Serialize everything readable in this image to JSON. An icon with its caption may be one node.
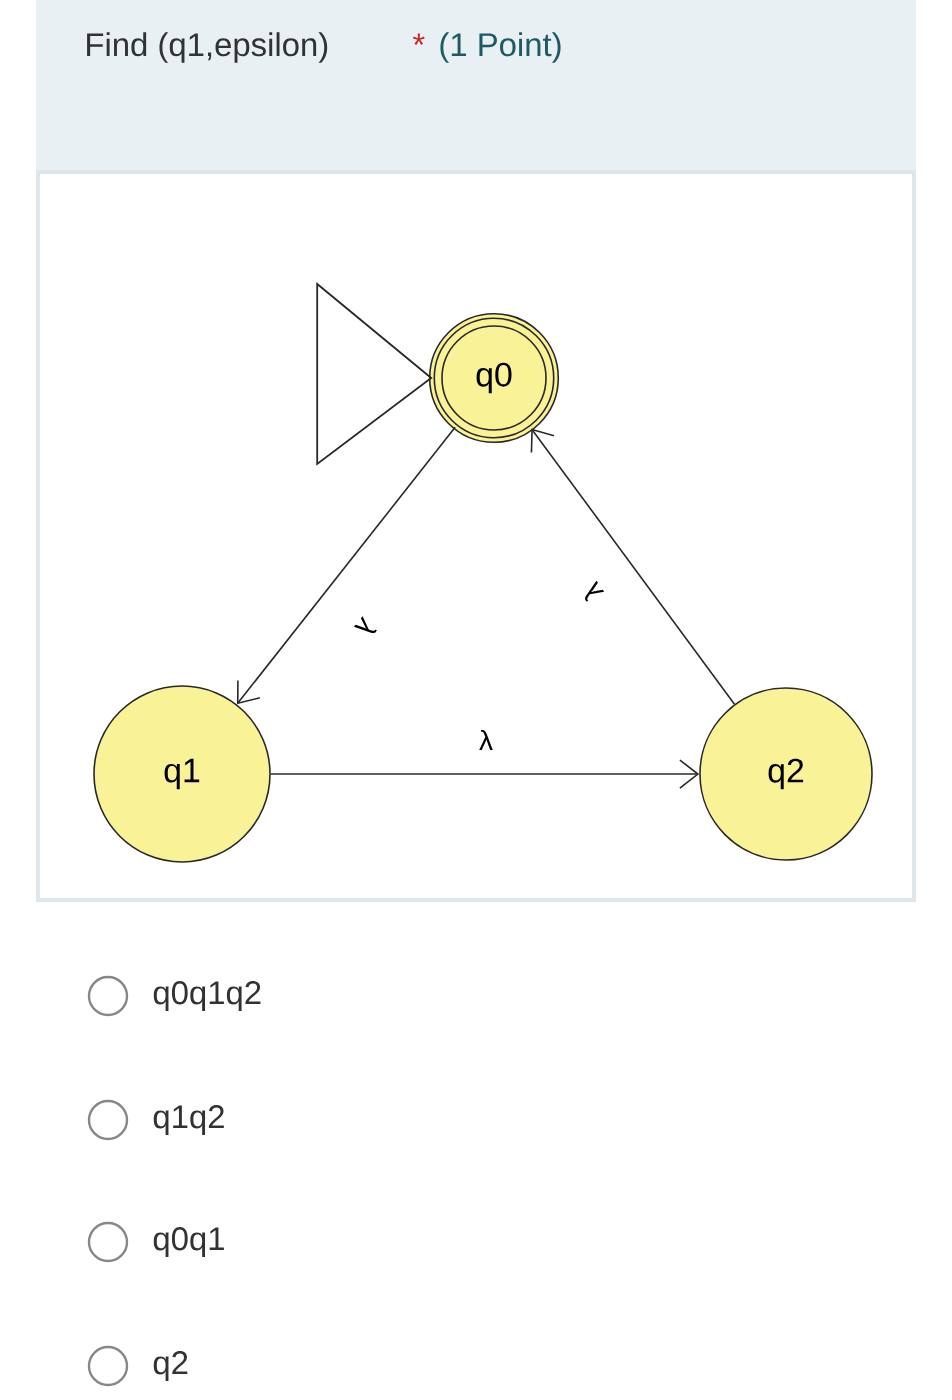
{
  "diagram": {
    "title": "Find (q1,epsilon)",
    "nodes": [
      {
        "text": [
          "q0"
        ]
      },
      {
        "text": [
          "q1"
        ]
      },
      {
        "text": [
          "q2"
        ]
      }
    ],
    "edges": [
      {
        "from": null,
        "to": 0,
        "arrow": "to"
      },
      {
        "from": 0,
        "to": 1,
        "arrow": "to",
        "label": "λ"
      },
      {
        "from": 2,
        "to": 0,
        "arrow": "to",
        "label": "λ"
      },
      {
        "from": 1,
        "to": 2,
        "arrow": "to",
        "label": "λ"
      }
    ],
    "labels": [
      "*",
      "(1 Point)",
      "q0q1q2",
      "q1q2",
      "q0q1",
      "q2"
    ]
  }
}
